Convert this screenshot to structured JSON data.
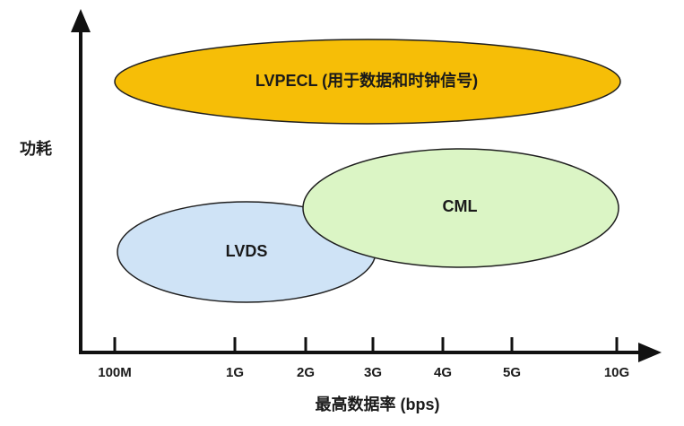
{
  "y_axis_label": "功耗",
  "x_axis_label": "最高数据率 (bps)",
  "ticks": [
    "100M",
    "1G",
    "2G",
    "3G",
    "4G",
    "5G",
    "10G"
  ],
  "regions": [
    {
      "name": "LVPECL",
      "label": "LVPECL (用于数据和时钟信号)",
      "color": "#F6BE07"
    },
    {
      "name": "CML",
      "label": "CML",
      "color": "#DBF5C5"
    },
    {
      "name": "LVDS",
      "label": "LVDS",
      "color": "#CFE3F6"
    }
  ],
  "colors": {
    "axis": "#111111",
    "outline": "#1f1f1f"
  }
}
